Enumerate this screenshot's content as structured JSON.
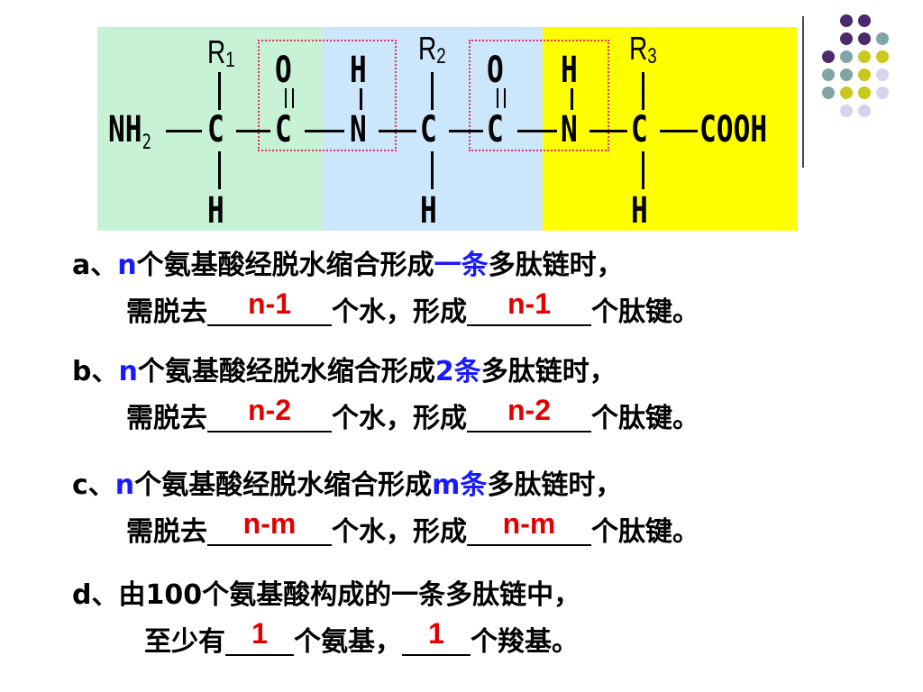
{
  "formula": {
    "r_groups": [
      {
        "label": "R",
        "sub": "1"
      },
      {
        "label": "R",
        "sub": "2"
      },
      {
        "label": "R",
        "sub": "3"
      }
    ],
    "nh2": {
      "main": "NH",
      "sub": "2"
    },
    "carbon": "C",
    "nitrogen": "N",
    "oxygen": "O",
    "hydrogen": "H",
    "cooh": "COOH"
  },
  "items": {
    "a": {
      "letter": "a",
      "sep": "、",
      "n": "n",
      "line1_mid": "个氨基酸经脱水缩合形成",
      "emph": "一条",
      "line1_end": "多肽链时，",
      "pre": "需脱去",
      "ans1": "n-1",
      "mid": "个水，形成",
      "ans2": "n-1",
      "post": "个肽键。"
    },
    "b": {
      "letter": "b",
      "sep": "、",
      "n": "n",
      "line1_mid": "个氨基酸经脱水缩合形成",
      "emph": "2条",
      "line1_end": "多肽链时，",
      "pre": "需脱去",
      "ans1": "n-2",
      "mid": "个水，形成",
      "ans2": "n-2",
      "post": "个肽键。"
    },
    "c": {
      "letter": "c",
      "sep": "、",
      "n": "n",
      "line1_mid": "个氨基酸经脱水缩合形成",
      "emph": "m条",
      "line1_end": "多肽链时，",
      "pre": "需脱去",
      "ans1": "n-m",
      "mid": "个水，形成",
      "ans2": "n-m",
      "post": "个肽键。"
    },
    "d": {
      "letter": "d",
      "line1": "、由100个氨基酸构成的一条多肽链中，",
      "pre": "至少有",
      "ans1": "1",
      "mid": "个氨基，",
      "ans2": "1",
      "post": "个羧基。"
    }
  },
  "colors": {
    "green_bg": "#c8f2d6",
    "blue_bg": "#cce7fb",
    "yellow_bg": "#ffff00",
    "answer": "#e00000",
    "emphasis": "#1a1aff",
    "dash_box": "#e0306a"
  }
}
